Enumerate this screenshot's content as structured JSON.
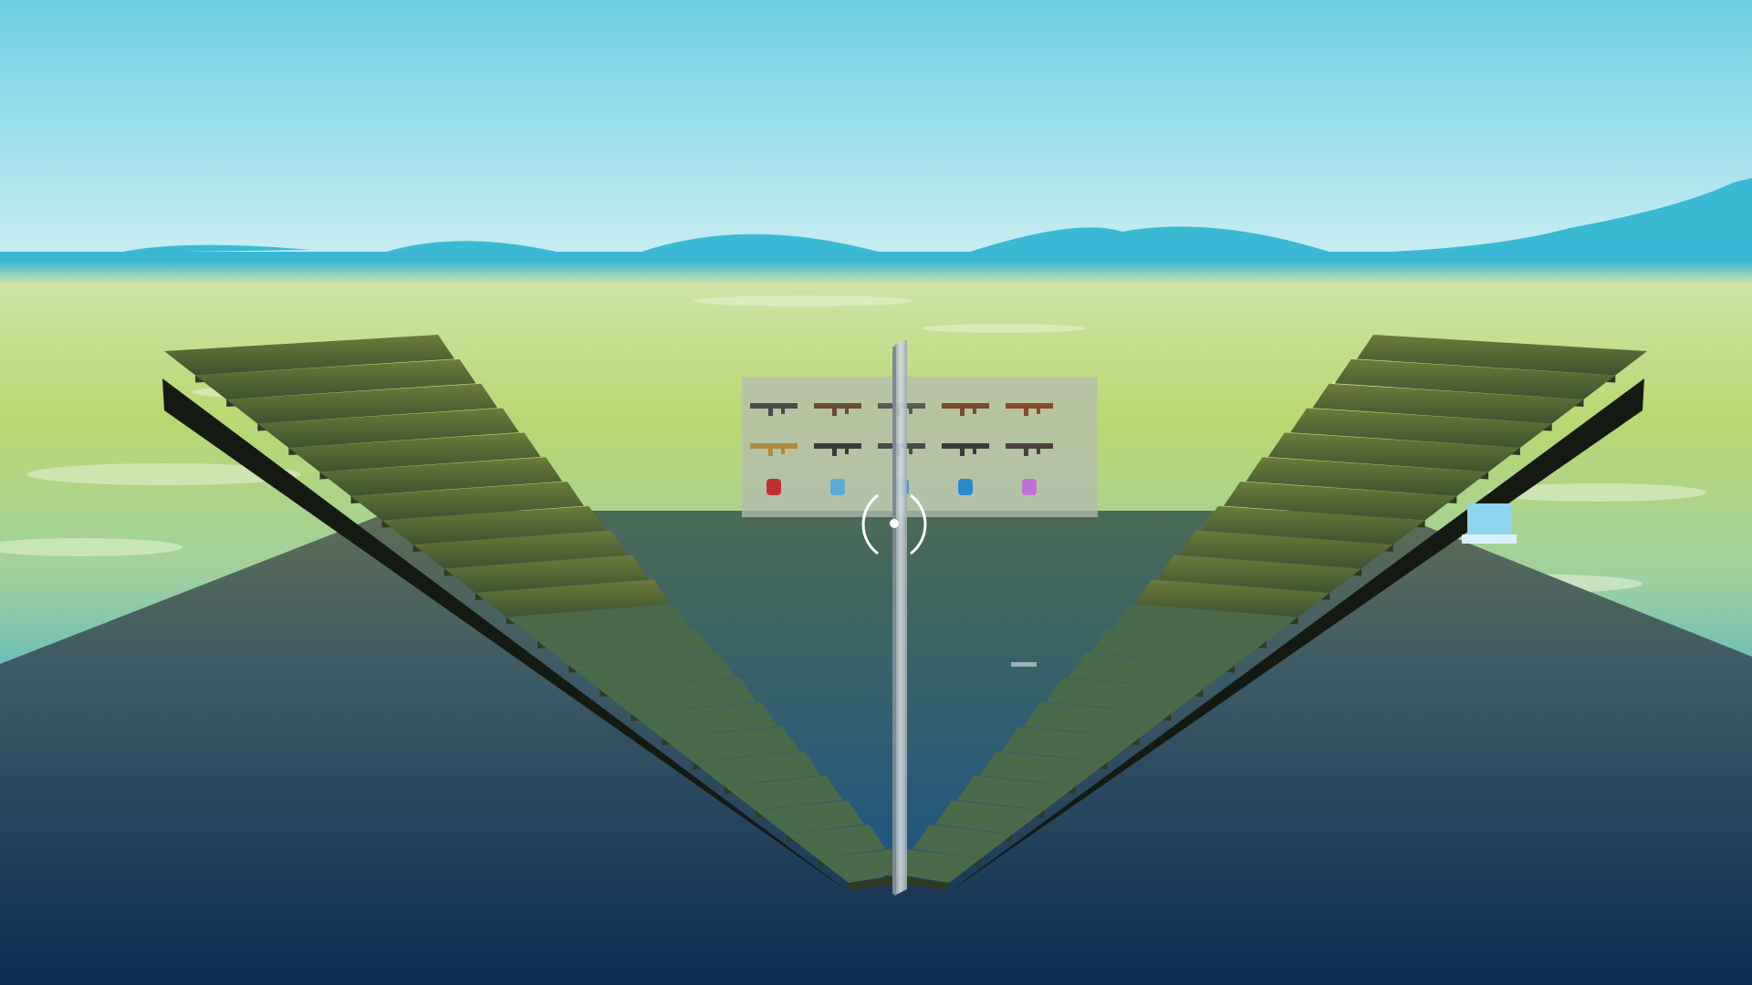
{
  "scene": {
    "type": "first-person game view",
    "colors": {
      "sky_top": "#6ecfe3",
      "sky_horizon": "#c6eef3",
      "mountains": "#3ab9d4",
      "water_far": "#39b6d6",
      "water_mid": "#b8d870",
      "water_near": "#4fb2c6",
      "floor_far": "#5b6b55",
      "floor_near": "#0e2c52",
      "stair_tread": "#5a6a2e",
      "stair_riser": "#3f4f2a",
      "stair_shadow": "#141a12",
      "stair_blue": "#2d5f86",
      "wall_glass": "#b9c3c6"
    }
  },
  "loadout_board": {
    "items": [
      {
        "name": "assault-rifle-grey",
        "row": 1,
        "col": 1,
        "color": "#4a4a4a"
      },
      {
        "name": "pump-shotgun",
        "row": 1,
        "col": 2,
        "color": "#6a4a3a"
      },
      {
        "name": "sniper-rifle",
        "row": 1,
        "col": 3,
        "color": "#5a5a5a"
      },
      {
        "name": "tactical-shotgun",
        "row": 1,
        "col": 4,
        "color": "#7a4a30"
      },
      {
        "name": "assault-rifle-orange",
        "row": 1,
        "col": 5,
        "color": "#8a4a2a"
      },
      {
        "name": "scar-gold",
        "row": 2,
        "col": 1,
        "color": "#b08a40"
      },
      {
        "name": "smg-black",
        "row": 2,
        "col": 2,
        "color": "#3a3a3a"
      },
      {
        "name": "burst-rifle",
        "row": 2,
        "col": 3,
        "color": "#4a4a4a"
      },
      {
        "name": "dual-pistols",
        "row": 2,
        "col": 4,
        "color": "#3a3a3a"
      },
      {
        "name": "compact-smg",
        "row": 2,
        "col": 5,
        "color": "#4a4040"
      },
      {
        "name": "rocket-launcher",
        "row": 3,
        "col": 1,
        "color": "#c03030"
      },
      {
        "name": "small-shields",
        "row": 3,
        "col": 2,
        "color": "#5aaad8"
      },
      {
        "name": "shield-potion",
        "row": 3,
        "col": 3,
        "color": "#3a9ad8"
      },
      {
        "name": "slurp-bottle",
        "row": 3,
        "col": 4,
        "color": "#2a8ad0"
      },
      {
        "name": "chug-splash",
        "row": 3,
        "col": 5,
        "color": "#c070d8"
      }
    ]
  },
  "hud": {
    "crosshair": "circle-crosshair",
    "crosshair_color": "#ffffff"
  }
}
